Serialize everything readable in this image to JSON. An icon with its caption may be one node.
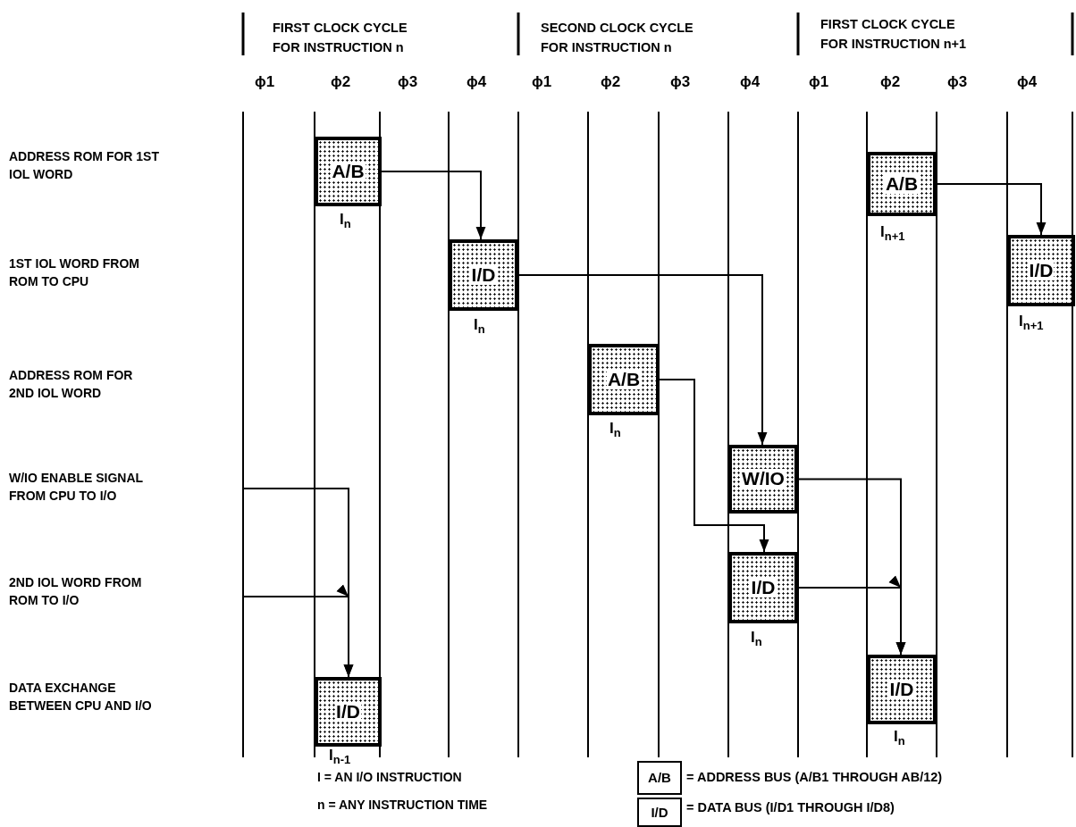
{
  "diagram": {
    "nodes": [
      {
        "text": [
          "A/B"
        ],
        "beside": [
          "I$_{n}$"
        ]
      },
      {
        "text": [
          "A/B"
        ],
        "beside": [
          "I$_{n+1}$"
        ]
      },
      {
        "text": [
          "I/D"
        ],
        "beside": [
          "I$_{n}$"
        ]
      },
      {
        "text": [
          "I/D"
        ],
        "beside": [
          "I$_{n+1}$"
        ]
      },
      {
        "text": [
          "A/B"
        ],
        "beside": [
          "I$_{n}$"
        ]
      },
      {
        "text": [
          "W/IO"
        ]
      },
      {
        "text": [
          "I/D"
        ],
        "beside": [
          "I$_{n}$"
        ]
      },
      {
        "text": [
          "I/D"
        ],
        "beside": [
          "I$_{n-1}$"
        ]
      },
      {
        "text": [
          "I/D"
        ],
        "beside": [
          "I$_{n}$"
        ]
      },
      {
        "text": [
          "A/B"
        ],
        "beside": [
          "= ADDRESS BUS (A/B1 THROUGH AB/12)"
        ]
      },
      {
        "text": [
          "I/D"
        ],
        "beside": [
          "= DATA BUS (I/D1 THROUGH I/D8)"
        ]
      }
    ],
    "edges": [
      {
        "from": 0,
        "to": 2,
        "arrow": "to"
      },
      {
        "from": 2,
        "to": 5,
        "arrow": "to"
      },
      {
        "from": 4,
        "to": 6,
        "arrow": "to"
      },
      {
        "from": 5,
        "to": 8,
        "arrow": "to"
      },
      {
        "from": 6,
        "to": 8,
        "arrow": "to"
      },
      {
        "from": null,
        "to": 7,
        "arrow": "to"
      },
      {
        "from": null,
        "to": 7,
        "arrow": "to"
      },
      {
        "from": 1,
        "to": 3,
        "arrow": "to"
      }
    ],
    "labels": [
      "FIRST CLOCK CYCLE FOR INSTRUCTION n",
      "SECOND CLOCK CYCLE FOR INSTRUCTION n",
      "FIRST CLOCK CYCLE FOR INSTRUCTION n+1",
      "ϕ1",
      "ϕ2",
      "ϕ3",
      "ϕ4",
      "ϕ1",
      "ϕ2",
      "ϕ3",
      "ϕ4",
      "ϕ1",
      "ϕ2",
      "ϕ3",
      "ϕ4",
      "ADDRESS ROM FOR 1ST IOL WORD",
      "1ST IOL WORD FROM ROM TO CPU",
      "ADDRESS ROM FOR 2ND IOL WORD",
      "W/IO ENABLE SIGNAL FROM CPU TO I/O",
      "2ND IOL WORD FROM ROM TO I/O",
      "DATA EXCHANGE BETWEEN CPU AND I/O",
      "I = AN I/O INSTRUCTION",
      "n = ANY INSTRUCTION TIME"
    ]
  }
}
